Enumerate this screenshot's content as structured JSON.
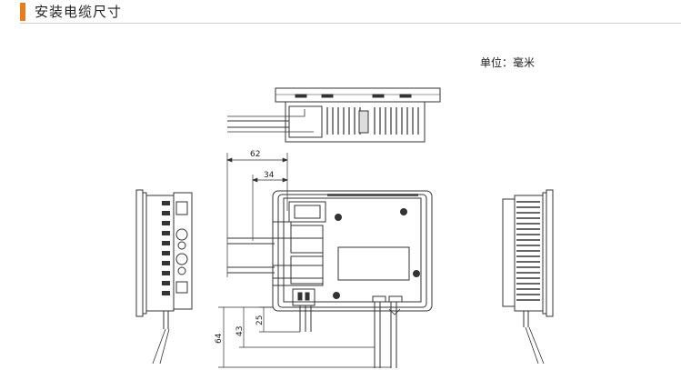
{
  "header": {
    "title": "安装电缆尺寸",
    "accent_color": "#e87d1e"
  },
  "unit_label": "单位：毫米",
  "dimensions": {
    "horizontal": [
      "62",
      "34"
    ],
    "vertical": [
      "25",
      "43",
      "64"
    ]
  },
  "views": [
    "top-view",
    "left-side-view",
    "back-view",
    "right-side-view"
  ]
}
